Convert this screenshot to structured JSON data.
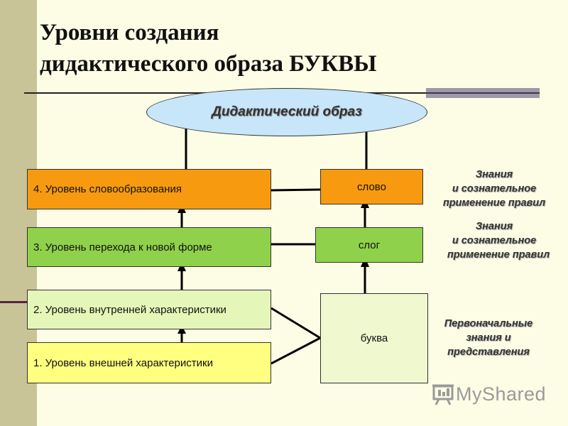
{
  "slide": {
    "title_line1": "Уровни создания",
    "title_line2": "дидактического образа БУКВЫ"
  },
  "diagram": {
    "goal": "Дидактический образ",
    "levels": [
      "4.  Уровень словообразования",
      "3.  Уровень перехода к новой форме",
      "2. Уровень внутренней характеристики",
      "1. Уровень внешней характеристики"
    ],
    "units": {
      "word": "слово",
      "syllable": "слог",
      "letter": "буква"
    },
    "notes": {
      "word_line1": "Знания",
      "word_line2": "и сознательное",
      "word_line3": "применение правил",
      "syllable_line1": "Знания",
      "syllable_line2": "и сознательное",
      "syllable_line3": "применение правил",
      "letter_line1": "Первоначальные",
      "letter_line2": "знания и",
      "letter_line3": "представления"
    },
    "colors": {
      "level4": "#f79a10",
      "level3": "#8fd14a",
      "level2": "#e4f7b8",
      "level1": "#ffff80",
      "goal": "#c8e6fa"
    }
  },
  "watermark": {
    "text": "MyShared",
    "icon": "presentation-board-icon"
  }
}
